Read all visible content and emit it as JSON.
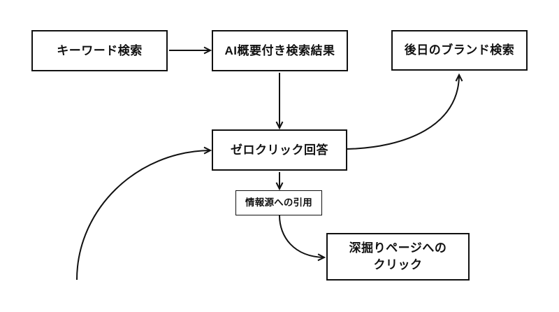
{
  "diagram": {
    "background_color": "#ffffff",
    "line_color": "#111111",
    "nodes": {
      "keyword_search": {
        "label": "キーワード検索"
      },
      "ai_overview_results": {
        "label": "AI概要付き検索結果"
      },
      "later_brand_search": {
        "label": "後日のブランド検索"
      },
      "zero_click_answer": {
        "label": "ゼロクリック回答"
      },
      "source_citation": {
        "label": "情報源への引用"
      },
      "deep_dive_click": {
        "label_line1": "深掘りページへの",
        "label_line2": "クリック"
      }
    },
    "edges": [
      {
        "from": "keyword_search",
        "to": "ai_overview_results",
        "style": "straight-right"
      },
      {
        "from": "ai_overview_results",
        "to": "zero_click_answer",
        "style": "straight-down"
      },
      {
        "from": "zero_click_answer",
        "to": "later_brand_search",
        "style": "curved-up-right"
      },
      {
        "from": "offscreen-bottom-left",
        "to": "zero_click_answer",
        "style": "curved-up-right"
      },
      {
        "from": "zero_click_answer",
        "to": "source_citation",
        "style": "straight-down"
      },
      {
        "from": "source_citation",
        "to": "deep_dive_click",
        "style": "curved-down-right"
      }
    ]
  }
}
